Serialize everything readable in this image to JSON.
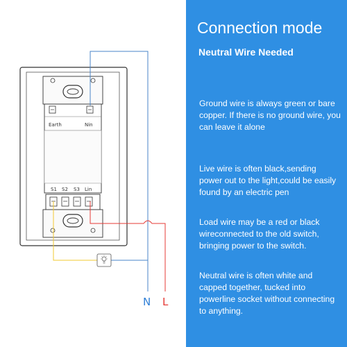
{
  "diagram": {
    "terminals": {
      "earth": "Earth",
      "nin": "Nin",
      "s1": "S1",
      "s2": "S2",
      "s3": "S3",
      "lin": "Lin"
    },
    "wire_labels": {
      "neutral": "N",
      "live": "L"
    },
    "colors": {
      "ground_wire": "#4a86c8",
      "neutral_wire": "#4a86c8",
      "live_wire": "#e53935",
      "load_wire": "#f2c832",
      "panel_background": "#2f8fe3"
    },
    "icons": [
      "light-bulb-icon"
    ]
  },
  "panel": {
    "title": "Connection mode",
    "subtitle": "Neutral Wire Needed",
    "notes": [
      "Ground wire is always green or bare copper. If there is no ground wire, you can leave it alone",
      "Live wire is often black,sending power out to the light,could be easily found by an electric pen",
      "Load wire may be a red or black wireconnected to the old switch, bringing power to the switch.",
      "Neutral wire is often white and capped together, tucked into powerline socket without connecting to anything."
    ]
  }
}
